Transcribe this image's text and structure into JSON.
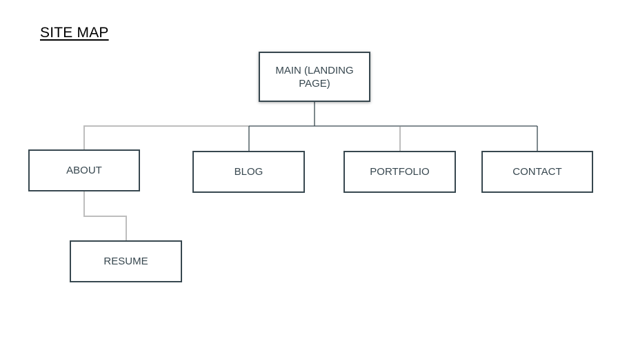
{
  "title": "SITE MAP",
  "root": {
    "label": "MAIN (LANDING PAGE)"
  },
  "children": [
    {
      "label": "ABOUT",
      "children": [
        {
          "label": "RESUME"
        }
      ]
    },
    {
      "label": "BLOG"
    },
    {
      "label": "PORTFOLIO"
    },
    {
      "label": "CONTACT"
    }
  ],
  "colors": {
    "node_border": "#37474f",
    "node_text": "#37474f",
    "line_dark": "#37474f",
    "line_light": "#bdbdbd"
  }
}
